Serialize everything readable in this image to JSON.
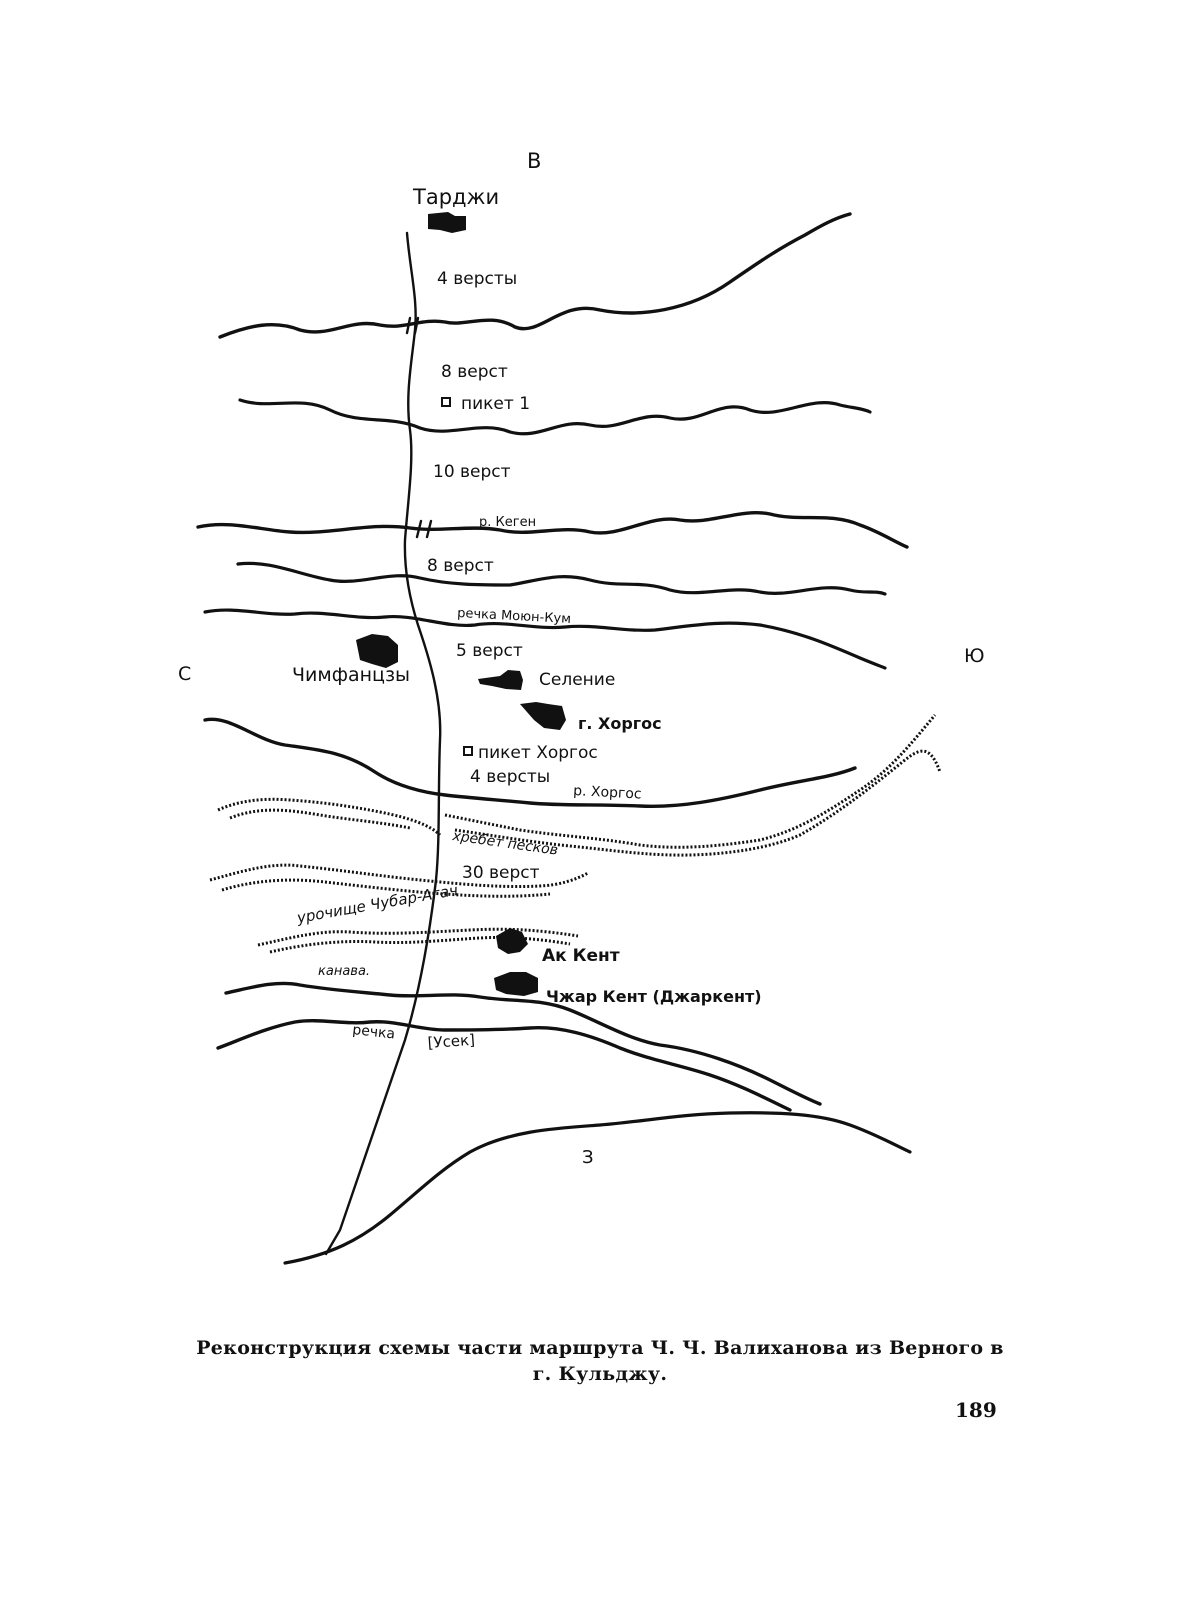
{
  "map": {
    "compass": {
      "north": "В",
      "south": "З",
      "west": "С",
      "east": "Ю"
    },
    "settlements": [
      {
        "id": "tardzhi",
        "label": "Тарджи"
      },
      {
        "id": "chimfantszy",
        "label": "Чимфанцзы"
      },
      {
        "id": "selenie",
        "label": "Селение"
      },
      {
        "id": "khorgos",
        "label": "г. Хоргос"
      },
      {
        "id": "akkent",
        "label": "Ак Кент"
      },
      {
        "id": "dzharkent",
        "label": "Чжар Кент (Джаркент)"
      }
    ],
    "pickets": [
      {
        "id": "piket1",
        "label": "пикет 1"
      },
      {
        "id": "piket-khorgos",
        "label": "пикет Хоргос"
      }
    ],
    "distances": [
      {
        "id": "d1",
        "label": "4 версты"
      },
      {
        "id": "d2",
        "label": "8 верст"
      },
      {
        "id": "d3",
        "label": "10 верст"
      },
      {
        "id": "d4",
        "label": "8 верст"
      },
      {
        "id": "d5",
        "label": "5 верст"
      },
      {
        "id": "d6",
        "label": "4 версты"
      },
      {
        "id": "d7",
        "label": "30 верст"
      }
    ],
    "features": [
      {
        "id": "kegen",
        "label": "р. Кеген"
      },
      {
        "id": "moyunkum",
        "label": "речка Моюн-Кум"
      },
      {
        "id": "khorgos-river",
        "label": "р. Хоргос"
      },
      {
        "id": "sand-ridge",
        "label": "хребет песков"
      },
      {
        "id": "chubar-agach",
        "label": "урочище Чубар-Агач"
      },
      {
        "id": "kanava",
        "label": "канава."
      },
      {
        "id": "rechka",
        "label": "речка"
      },
      {
        "id": "usek",
        "label": "[Усек]"
      }
    ]
  },
  "caption": {
    "line1": "Реконструкция схемы части  маршрута Ч. Ч. Валиханова  из Верного в",
    "line2": "г. Кульджу."
  },
  "page_number": "189"
}
